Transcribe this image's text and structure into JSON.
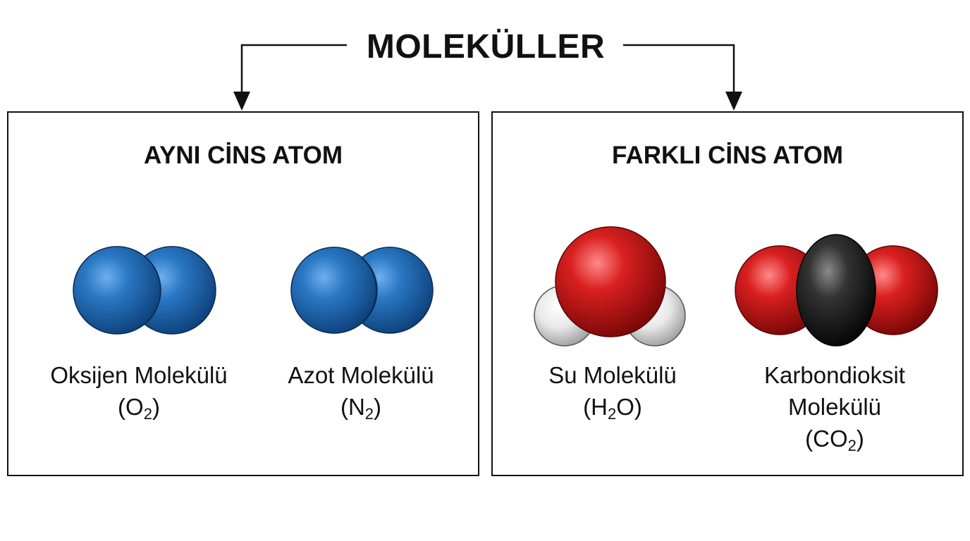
{
  "title": "MOLEKÜLLER",
  "groups": [
    {
      "heading": "AYNI CİNS ATOM",
      "molecules": [
        {
          "name": "Oksijen Molekülü",
          "formula_open": "(O",
          "formula_sub": "2",
          "formula_close": ")"
        },
        {
          "name": "Azot Molekülü",
          "formula_open": "(N",
          "formula_sub": "2",
          "formula_close": ")"
        }
      ]
    },
    {
      "heading": "FARKLI CİNS ATOM",
      "molecules": [
        {
          "name": "Su Molekülü",
          "formula_open": "(H",
          "formula_sub": "2",
          "formula_close": "O)"
        },
        {
          "name_line1": "Karbondioksit",
          "name_line2": "Molekülü",
          "formula_open": "(CO",
          "formula_sub": "2",
          "formula_close": ")"
        }
      ]
    }
  ],
  "colors": {
    "blue_atom": "#1b64ad",
    "red_atom": "#cf1a1a",
    "white_atom": "#f2f2f2",
    "black_atom": "#1f1f1f",
    "line": "#111111"
  }
}
